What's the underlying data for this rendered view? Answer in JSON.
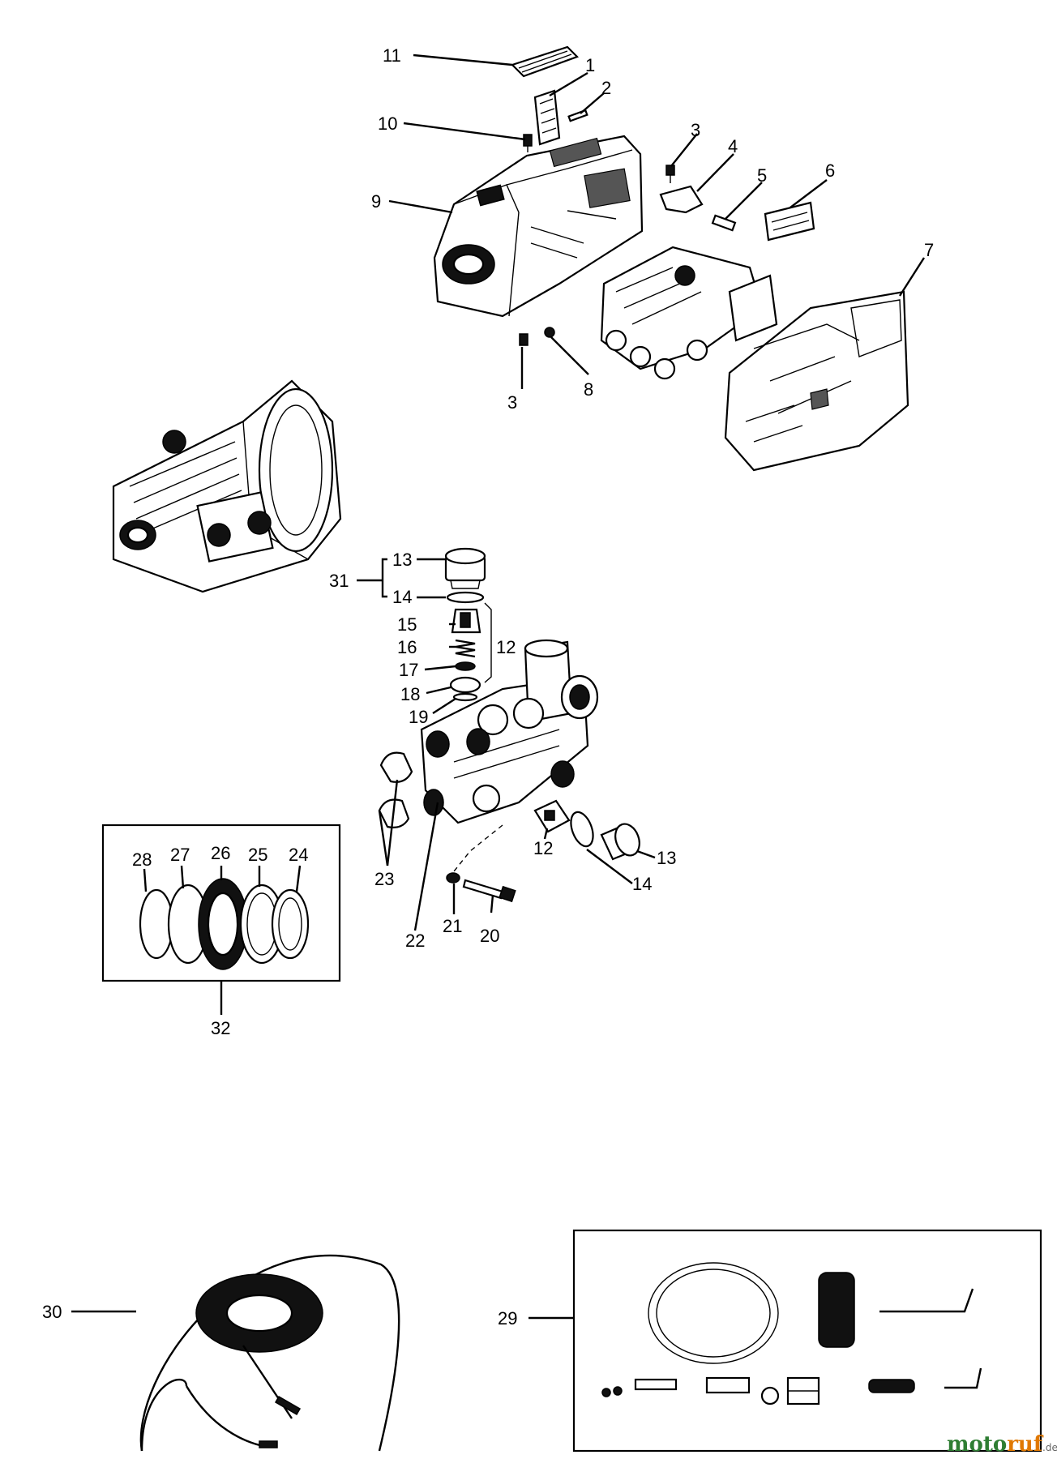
{
  "callouts": {
    "p1": "1",
    "p2": "2",
    "p3a": "3",
    "p3b": "3",
    "p4": "4",
    "p5": "5",
    "p6": "6",
    "p7": "7",
    "p8": "8",
    "p9": "9",
    "p10": "10",
    "p11": "11",
    "p12a": "12",
    "p12b": "12",
    "p13a": "13",
    "p13b": "13",
    "p14a": "14",
    "p14b": "14",
    "p15": "15",
    "p16": "16",
    "p17": "17",
    "p18": "18",
    "p19": "19",
    "p20": "20",
    "p21": "21",
    "p22": "22",
    "p23": "23",
    "p24": "24",
    "p25": "25",
    "p26": "26",
    "p27": "27",
    "p28": "28",
    "p29": "29",
    "p30": "30",
    "p31": "31",
    "p32": "32"
  },
  "watermark": {
    "brand_a": "moto",
    "brand_b": "ruf",
    "tld": ".de"
  },
  "colors": {
    "line": "#000000",
    "background": "#ffffff",
    "watermark_green": "#2e7d32",
    "watermark_orange": "#e07800"
  }
}
